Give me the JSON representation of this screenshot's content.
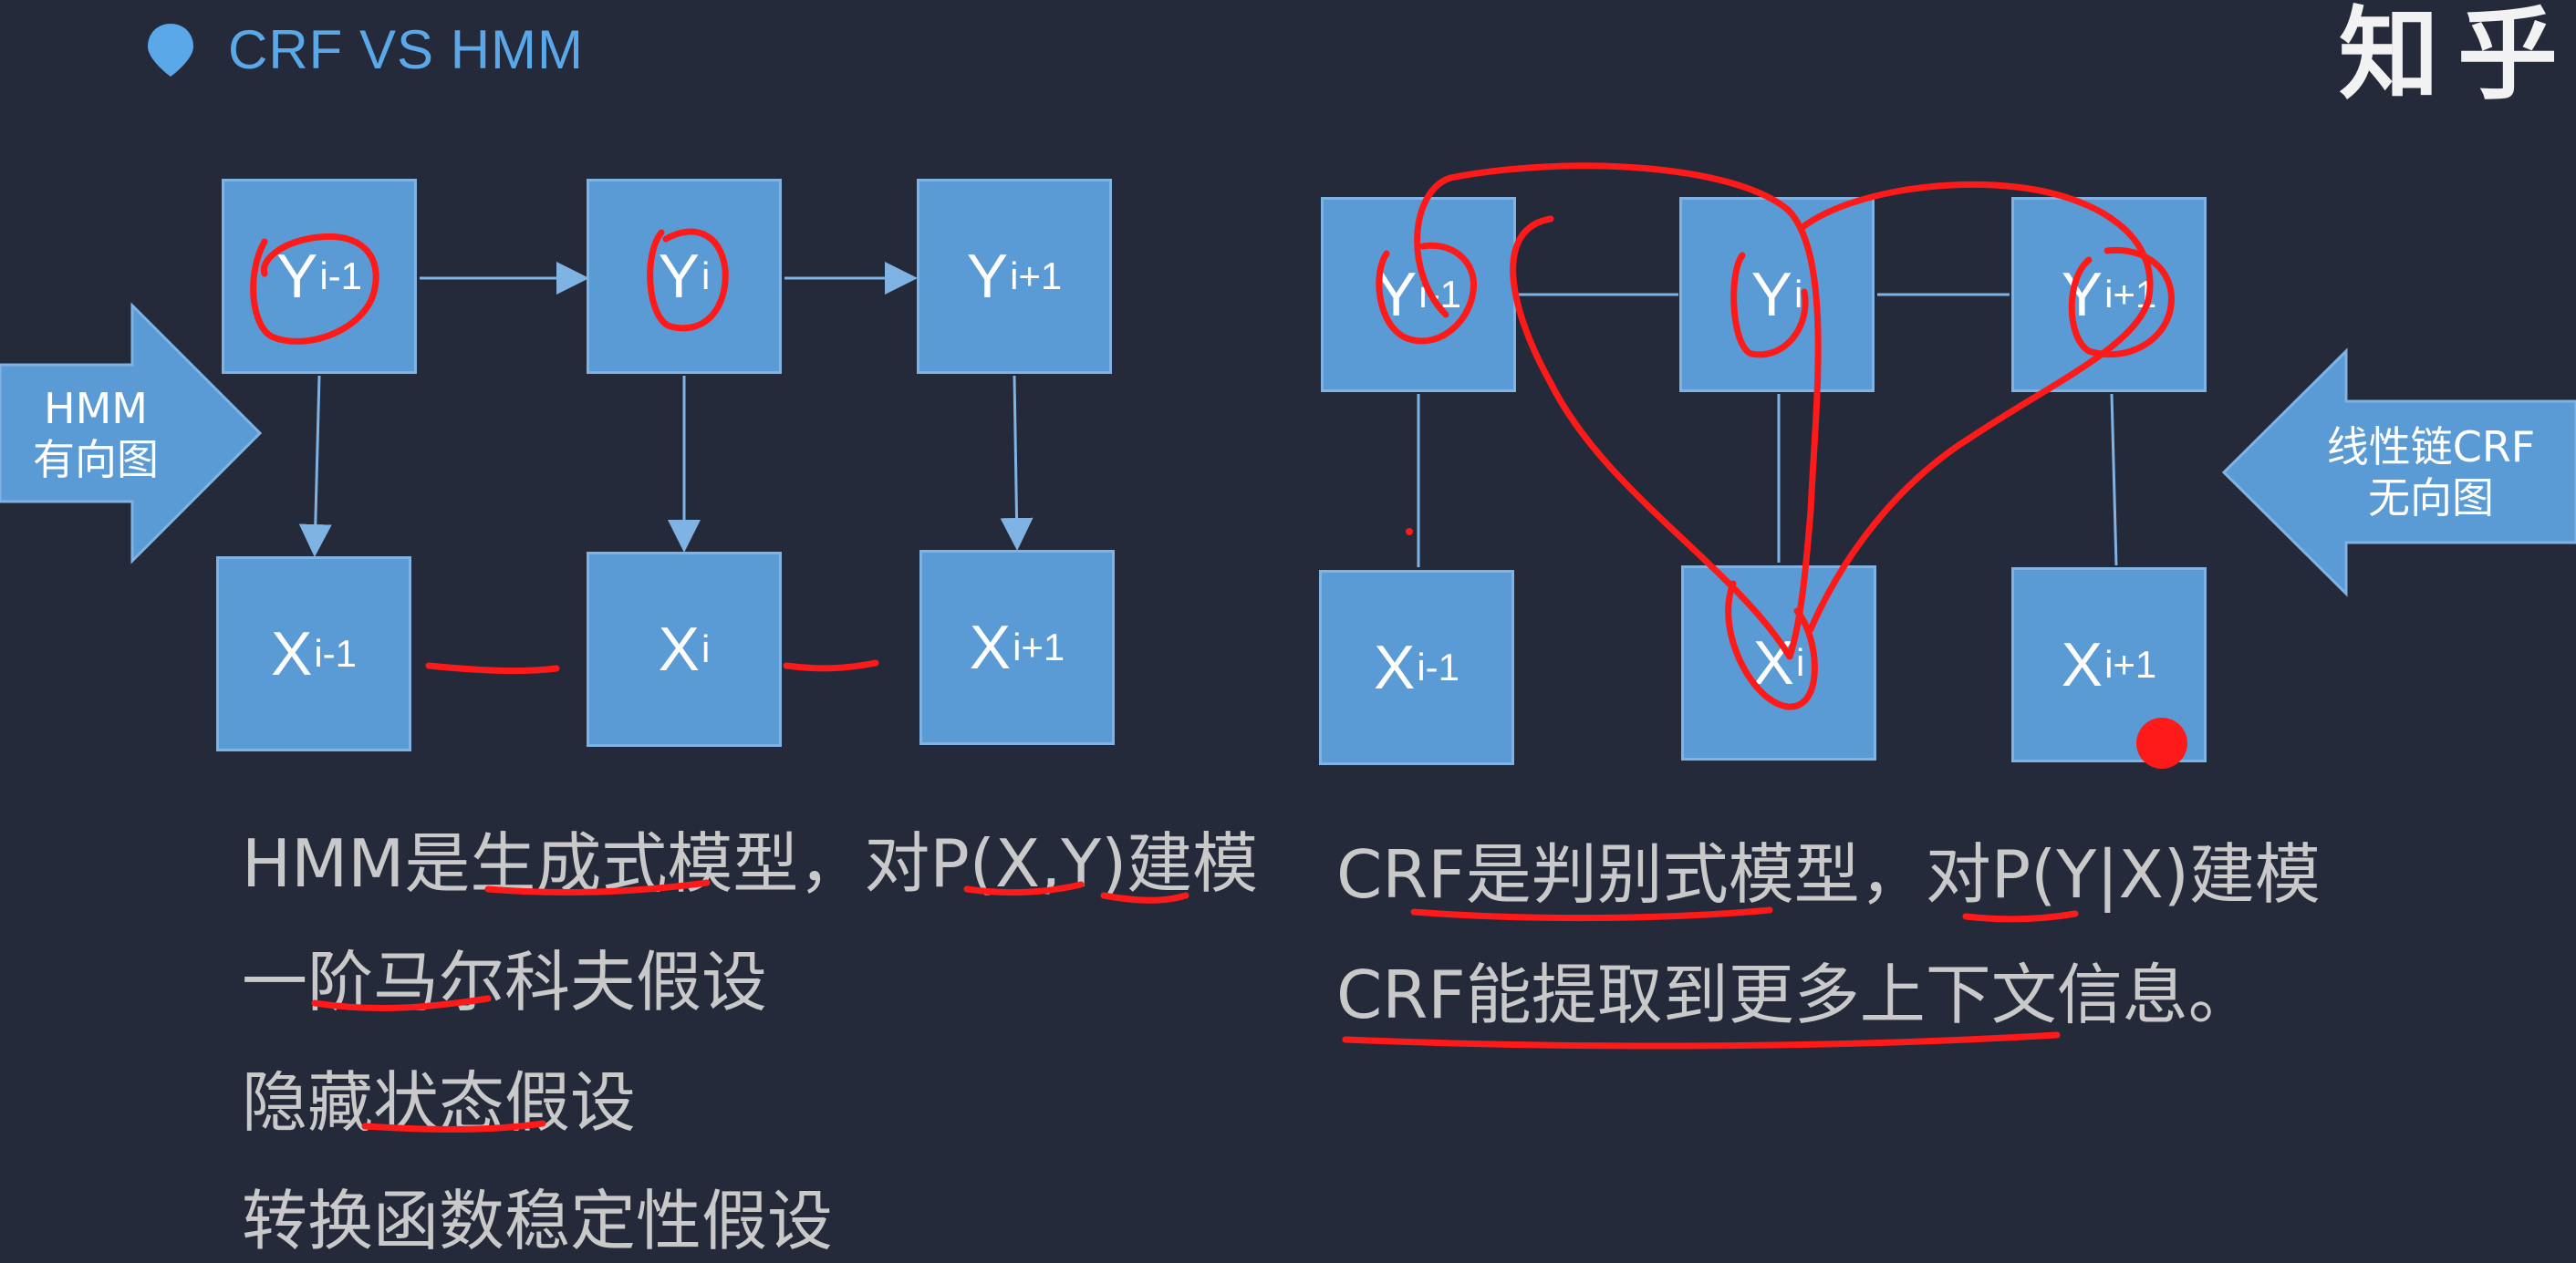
{
  "header": {
    "title": "CRF VS HMM",
    "watermark": "知乎"
  },
  "colors": {
    "background": "#252a3a",
    "node_fill": "#5b9bd5",
    "title": "#5aa8e8",
    "annotation": "#ff0000",
    "text": "#c9c9c9"
  },
  "hmm": {
    "arrow_label_line1": "HMM",
    "arrow_label_line2": "有向图",
    "nodes": {
      "y_prev": {
        "base": "Y",
        "sub": "i-1"
      },
      "y_cur": {
        "base": "Y",
        "sub": "i"
      },
      "y_next": {
        "base": "Y",
        "sub": "i+1"
      },
      "x_prev": {
        "base": "X",
        "sub": "i-1"
      },
      "x_cur": {
        "base": "X",
        "sub": "i"
      },
      "x_next": {
        "base": "X",
        "sub": "i+1"
      }
    },
    "text_lines": [
      "HMM是生成式模型，对P(X,Y)建模",
      "一阶马尔科夫假设",
      "隐藏状态假设",
      "转换函数稳定性假设"
    ]
  },
  "crf": {
    "arrow_label_line1": "线性链CRF",
    "arrow_label_line2": "无向图",
    "nodes": {
      "y_prev": {
        "base": "Y",
        "sub": "i-1"
      },
      "y_cur": {
        "base": "Y",
        "sub": "i"
      },
      "y_next": {
        "base": "Y",
        "sub": "i+1"
      },
      "x_prev": {
        "base": "X",
        "sub": "i-1"
      },
      "x_cur": {
        "base": "X",
        "sub": "i"
      },
      "x_next": {
        "base": "X",
        "sub": "i+1"
      }
    },
    "text_lines": [
      "CRF是判别式模型，对P(Y|X)建模",
      "CRF能提取到更多上下文信息。"
    ]
  }
}
